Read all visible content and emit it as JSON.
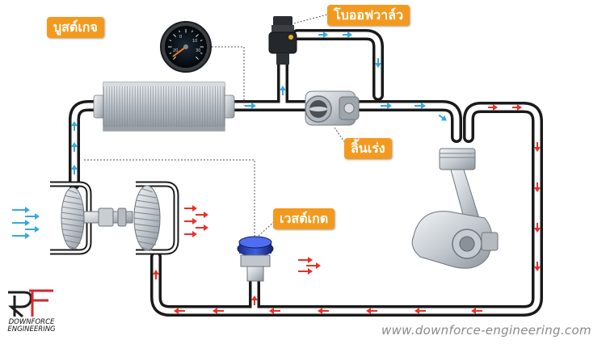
{
  "labels": {
    "boost_gauge": "บูสต์เกจ",
    "blow_off_valve": "โบออฟวาล์ว",
    "throttle": "ลิ้นเร่ง",
    "wastegate": "เวสต์เกต"
  },
  "brand": {
    "line1": "DOWNFORCE",
    "line2": "ENGINEERING",
    "url": "www.downforce-engineering.com"
  },
  "colors": {
    "callout": "#f39a1e",
    "pipe_outer": "#1a1a1a",
    "pipe_inner": "#ffffff",
    "arrow_intake": "#35a8e0",
    "arrow_exhaust": "#e8312a",
    "logo_red": "#d6262a"
  },
  "gauge": {
    "scale": [
      "30",
      "20",
      "10",
      "0",
      "10",
      "20",
      "30"
    ]
  }
}
